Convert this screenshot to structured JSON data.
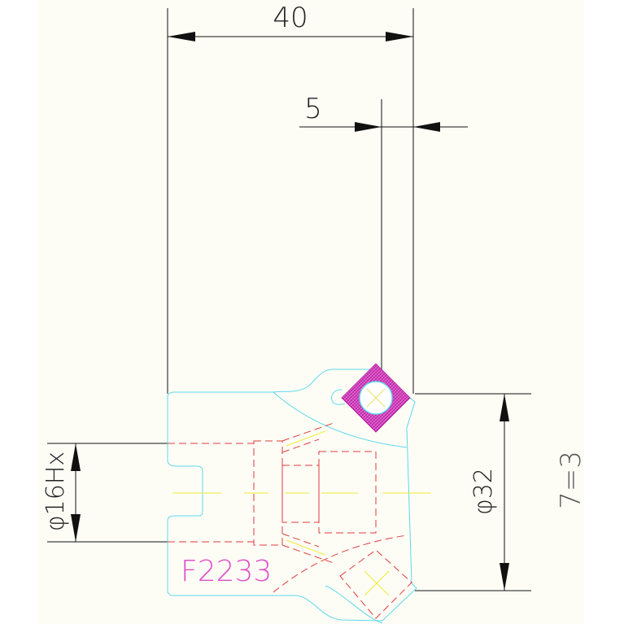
{
  "dimensions": {
    "width_label": "40",
    "offset_label": "5",
    "bore_label": "φ16Hx",
    "outer_label": "φ32"
  },
  "part_label": "F2233",
  "side_note": "7=3",
  "colors": {
    "paper": "#fdfdf6",
    "outline": "#5fd8ea",
    "hidden": "#e03c3c",
    "center": "#f0ea30",
    "hatch": "#e050c8",
    "part_text": "#e050c8",
    "dimension": "#111111",
    "dim_text": "#222222"
  }
}
